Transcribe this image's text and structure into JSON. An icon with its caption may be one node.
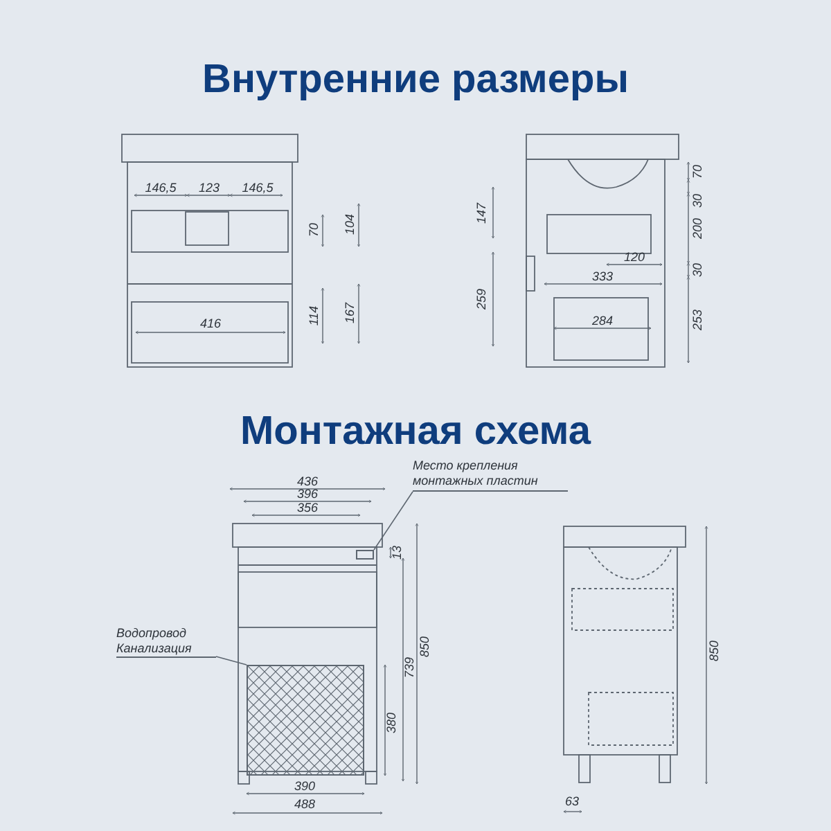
{
  "diagram": {
    "nodes": [
      {
        "text": [
          "Место крепления монтажных пластин"
        ]
      },
      {
        "text": [],
        "shape": "box"
      },
      {
        "text": [
          "Водопровод Канализация"
        ]
      },
      {
        "text": [],
        "shape": "box"
      }
    ],
    "edges": [
      {
        "from": 0,
        "to": 1,
        "arrow": "none"
      },
      {
        "from": 2,
        "to": 3,
        "arrow": "none"
      }
    ],
    "labels": [
      "Внутренние размеры",
      "146,5",
      "123",
      "146,5",
      "70",
      "104",
      "416",
      "114",
      "167",
      "147",
      "70",
      "30",
      "200",
      "120",
      "333",
      "259",
      "30",
      "253",
      "284",
      "Монтажная схема",
      "436",
      "396",
      "356",
      "13",
      "739",
      "850",
      "380",
      "390",
      "488",
      "850",
      "63"
    ]
  }
}
